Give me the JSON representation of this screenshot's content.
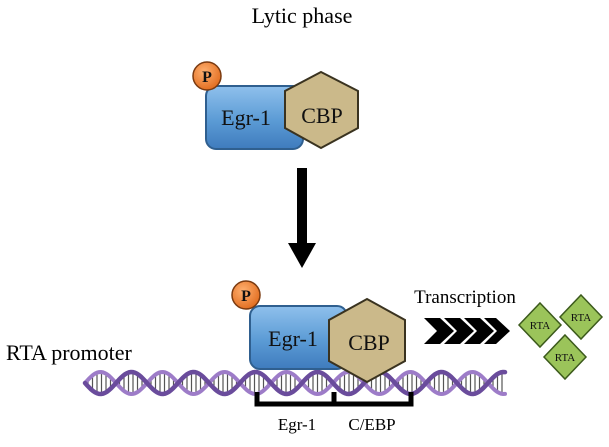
{
  "title": "Lytic phase",
  "top_complex": {
    "phospho_label": "P",
    "egr1_label": "Egr-1",
    "cbp_label": "CBP"
  },
  "bottom_complex": {
    "phospho_label": "P",
    "egr1_label": "Egr-1",
    "cbp_label": "CBP"
  },
  "promoter_label": "RTA promoter",
  "transcription_label": "Transcription",
  "binding_sites": {
    "egr1_site": "Egr-1",
    "cebp_site": "C/EBP"
  },
  "rta_products": [
    "RTA",
    "RTA",
    "RTA"
  ],
  "colors": {
    "egr1_fill": "#5b9bd5",
    "egr1_stroke": "#2f5f8f",
    "cbp_fill": "#cbb98a",
    "cbp_stroke": "#3a3320",
    "phospho_fill": "#ed7d31",
    "phospho_stroke": "#7a3a10",
    "rta_fill": "#9bc45a",
    "rta_stroke": "#3c5a1c",
    "dna_strand": "#6a4c9c",
    "dna_strand2": "#9d7cc8"
  }
}
